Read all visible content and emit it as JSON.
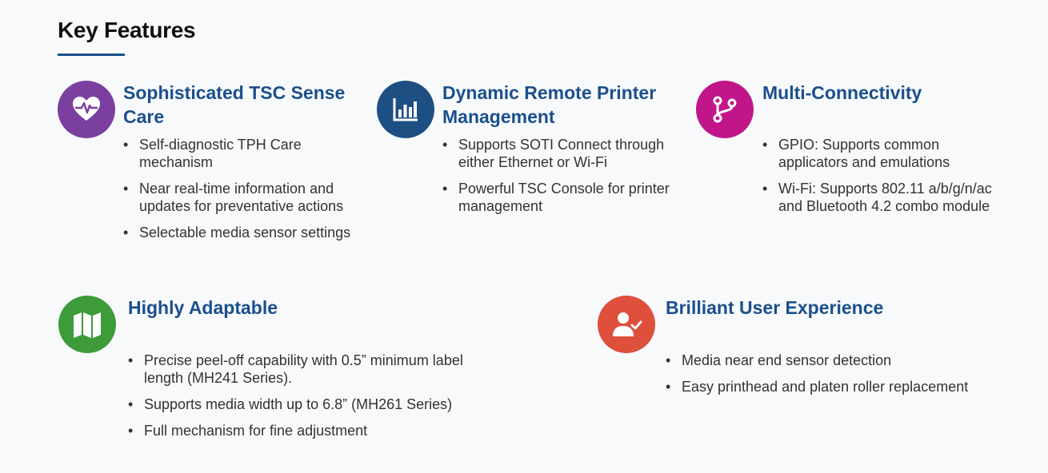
{
  "page": {
    "title": "Key Features"
  },
  "colors": {
    "accent": "#1b4f8c",
    "heart_bg": "#7b3fa0",
    "chart_bg": "#1e4f82",
    "branch_bg": "#c0168a",
    "map_bg": "#3d9b3a",
    "user_bg": "#de4f3c"
  },
  "features": [
    {
      "icon": "heart-pulse-icon",
      "title": "Sophisticated TSC Sense Care",
      "bullets": [
        "Self-diagnostic TPH Care mechanism",
        "Near real-time information and updates for preventative actions",
        "Selectable media sensor settings"
      ]
    },
    {
      "icon": "bar-chart-icon",
      "title": "Dynamic Remote Printer Management",
      "bullets": [
        "Supports SOTI Connect through either Ethernet or Wi-Fi",
        "Powerful TSC Console for printer management"
      ]
    },
    {
      "icon": "branch-icon",
      "title": "Multi-Connectivity",
      "bullets": [
        "GPIO: Supports common applicators and emulations",
        "Wi-Fi: Supports 802.11 a/b/g/n/ac and Bluetooth 4.2 combo module"
      ]
    },
    {
      "icon": "map-icon",
      "title": "Highly Adaptable",
      "bullets": [
        "Precise peel-off capability with 0.5” minimum label length (MH241 Series).",
        "Supports media width up to 6.8” (MH261 Series)",
        "Full mechanism for fine adjustment"
      ]
    },
    {
      "icon": "user-check-icon",
      "title": "Brilliant User Experience",
      "bullets": [
        "Media near end sensor detection",
        "Easy printhead and platen roller replacement"
      ]
    }
  ]
}
